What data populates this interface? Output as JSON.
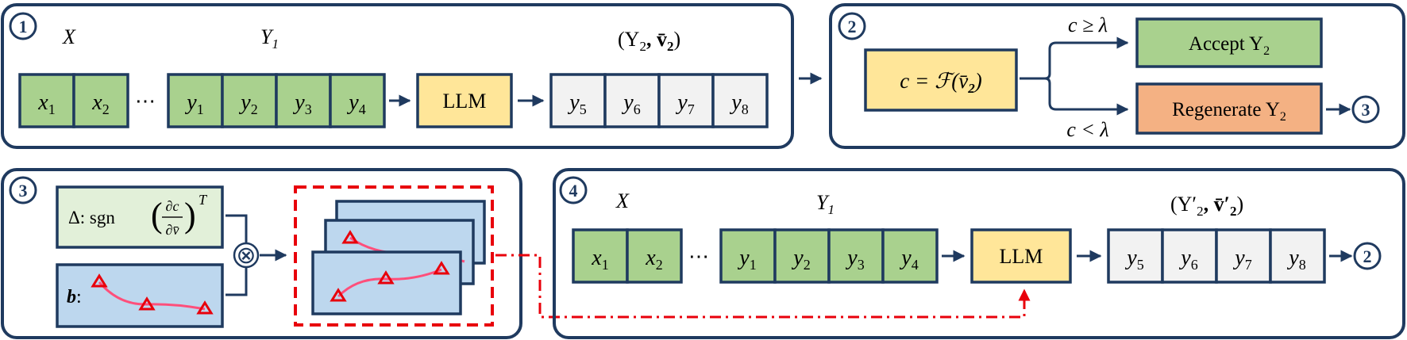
{
  "panel1": {
    "number": "1",
    "label_x": "X",
    "label_y1": "Y",
    "label_y1_sub": "1",
    "label_out": "(Y",
    "label_out_sub": "2",
    "label_out_rest": ", v̄",
    "label_out_vsub": "2",
    "label_out_close": ")",
    "tokens_x": [
      "x",
      "x"
    ],
    "tokens_x_sub": [
      "1",
      "2"
    ],
    "ellipsis": "⋯",
    "tokens_y": [
      "y",
      "y",
      "y",
      "y"
    ],
    "tokens_y_sub": [
      "1",
      "2",
      "3",
      "4"
    ],
    "llm": "LLM",
    "tokens_out": [
      "y",
      "y",
      "y",
      "y"
    ],
    "tokens_out_sub": [
      "5",
      "6",
      "7",
      "8"
    ]
  },
  "panel2": {
    "number": "2",
    "formula": "c = ℱ(v̄",
    "formula_sub": "2",
    "formula_close": ")",
    "cond_top": "c ≥ λ",
    "cond_bottom": "c < λ",
    "accept": "Accept Y",
    "accept_sub": "2",
    "regen": "Regenerate Y",
    "regen_sub": "2",
    "goto": "3"
  },
  "panel3": {
    "number": "3",
    "delta_prefix": "Δ:  sgn",
    "frac_num": "∂c",
    "frac_den": "∂v̄",
    "sup": "T",
    "b_label": "b",
    "b_colon": ":",
    "otimes": "⊗"
  },
  "panel4": {
    "number": "4",
    "label_x": "X",
    "label_y1": "Y",
    "label_y1_sub": "1",
    "label_out": "(Y′",
    "label_out_sub": "2",
    "label_out_rest": ", v̄′",
    "label_out_vsub": "2",
    "label_out_close": ")",
    "tokens_x": [
      "x",
      "x"
    ],
    "tokens_x_sub": [
      "1",
      "2"
    ],
    "ellipsis": "⋯",
    "tokens_y": [
      "y",
      "y",
      "y",
      "y"
    ],
    "tokens_y_sub": [
      "1",
      "2",
      "3",
      "4"
    ],
    "llm": "LLM",
    "tokens_out": [
      "y",
      "y",
      "y",
      "y"
    ],
    "tokens_out_sub": [
      "5",
      "6",
      "7",
      "8"
    ],
    "goto": "2"
  },
  "colors": {
    "frame": "#1f3a5f",
    "green": "#a9d18e",
    "yellow": "#ffe699",
    "orange": "#f4b183",
    "grey": "#f2f2f2",
    "blue": "#bdd7ee",
    "lightgreen": "#e2f0d9",
    "red": "#e8000b",
    "pink": "#ff4f7b"
  }
}
